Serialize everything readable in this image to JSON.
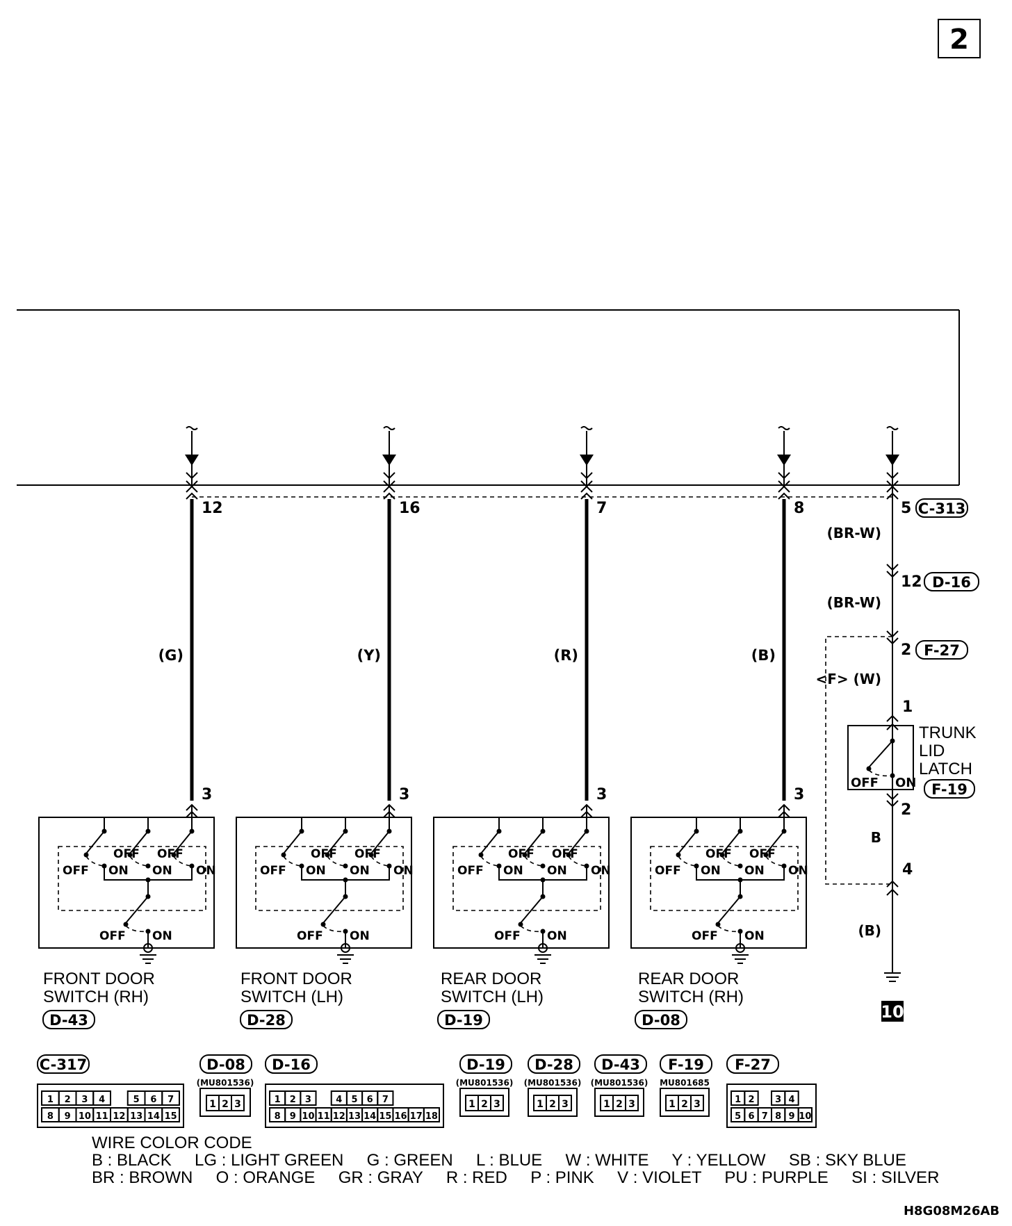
{
  "page_number": "2",
  "columns": [
    {
      "terminal_top": "12",
      "wire_color": "(G)",
      "terminal_bottom": "3",
      "name_line1": "FRONT DOOR",
      "name_line2": "SWITCH (RH)",
      "connector": "D-43"
    },
    {
      "terminal_top": "16",
      "wire_color": "(Y)",
      "terminal_bottom": "3",
      "name_line1": "FRONT DOOR",
      "name_line2": "SWITCH (LH)",
      "connector": "D-28"
    },
    {
      "terminal_top": "7",
      "wire_color": "(R)",
      "terminal_bottom": "3",
      "name_line1": "REAR DOOR",
      "name_line2": "SWITCH (LH)",
      "connector": "D-19"
    },
    {
      "terminal_top": "8",
      "wire_color": "(B)",
      "terminal_bottom": "3",
      "name_line1": "REAR DOOR",
      "name_line2": "SWITCH (RH)",
      "connector": "D-08"
    }
  ],
  "switch_labels": {
    "off": "OFF",
    "on": "ON"
  },
  "right_branch": {
    "c313_pin": "5",
    "c313": "C-313",
    "wire1": "(BR-W)",
    "d16_pin": "12",
    "d16": "D-16",
    "wire2": "(BR-W)",
    "f27_pin": "2",
    "f27": "F-27",
    "wire3": "<F> (W)",
    "latch_pin_top": "1",
    "latch_name_1": "TRUNK",
    "latch_name_2": "LID",
    "latch_name_3": "LATCH",
    "f19": "F-19",
    "latch_pin_bottom": "2",
    "wire4": "B",
    "f27_pin2": "4",
    "wire5": "(B)",
    "ground_ref": "10"
  },
  "connectors": [
    {
      "id": "C-317",
      "part": "",
      "pins_top": [
        "1",
        "2",
        "3",
        "4",
        "",
        "5",
        "6",
        "7"
      ],
      "pins_bottom": [
        "8",
        "9",
        "10",
        "11",
        "12",
        "13",
        "14",
        "15"
      ]
    },
    {
      "id": "D-08",
      "part": "(MU801536)",
      "pins": [
        "1",
        "2",
        "3"
      ]
    },
    {
      "id": "D-16",
      "part": "",
      "pins_top": [
        "1",
        "2",
        "3",
        "",
        "4",
        "5",
        "6",
        "7"
      ],
      "pins_bottom": [
        "8",
        "9",
        "10",
        "11",
        "12",
        "13",
        "14",
        "15",
        "16",
        "17",
        "18"
      ]
    },
    {
      "id": "D-19",
      "part": "(MU801536)",
      "pins": [
        "1",
        "2",
        "3"
      ]
    },
    {
      "id": "D-28",
      "part": "(MU801536)",
      "pins": [
        "1",
        "2",
        "3"
      ]
    },
    {
      "id": "D-43",
      "part": "(MU801536)",
      "pins": [
        "1",
        "2",
        "3"
      ]
    },
    {
      "id": "F-19",
      "part": "MU801685",
      "pins": [
        "1",
        "2",
        "3"
      ]
    },
    {
      "id": "F-27",
      "part": "",
      "pins_top": [
        "1",
        "2",
        "",
        "3",
        "4"
      ],
      "pins_bottom": [
        "5",
        "6",
        "7",
        "8",
        "9",
        "10"
      ]
    }
  ],
  "wire_color_code": {
    "title": "WIRE COLOR CODE",
    "row1": "B : BLACK     LG : LIGHT GREEN     G : GREEN     L : BLUE     W : WHITE     Y : YELLOW     SB : SKY BLUE",
    "row2": "BR : BROWN     O : ORANGE     GR : GRAY     R : RED     P : PINK     V : VIOLET     PU : PURPLE     SI : SILVER"
  },
  "figure_code": "H8G08M26AB"
}
